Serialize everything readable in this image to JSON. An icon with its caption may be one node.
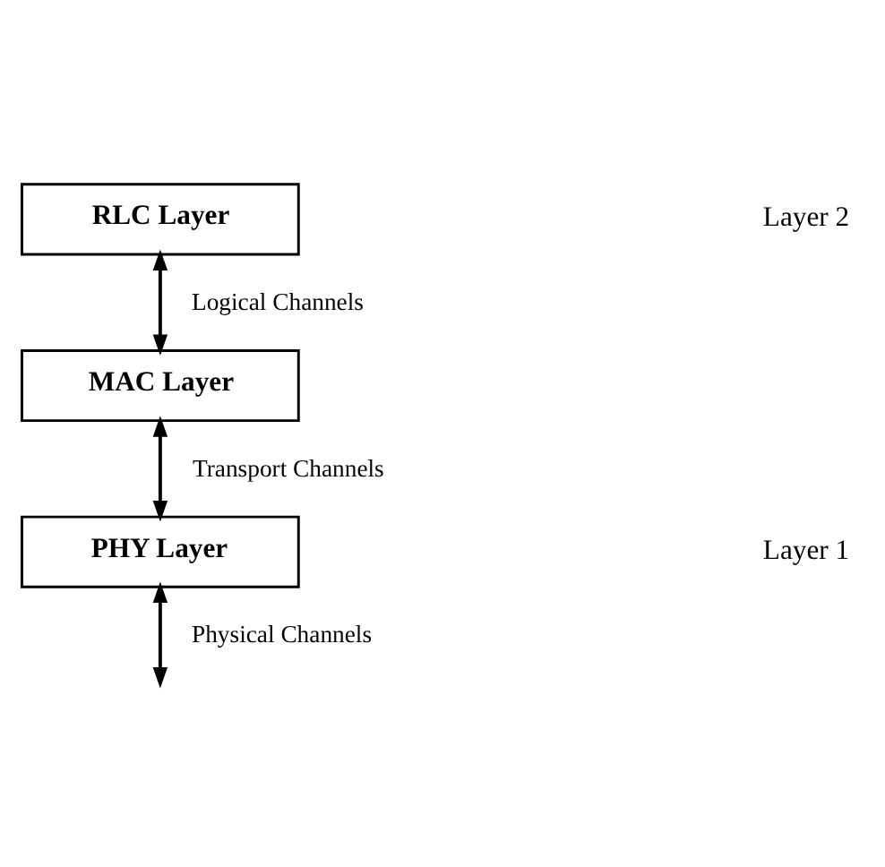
{
  "diagram": {
    "nodes": [
      {
        "text": [
          "RLC Layer"
        ]
      },
      {
        "text": [
          "MAC Layer"
        ]
      },
      {
        "text": [
          "PHY Layer"
        ]
      }
    ],
    "edges": [
      {
        "from": 0,
        "to": 1,
        "arrow": "both",
        "label": "Logical Channels"
      },
      {
        "from": 1,
        "to": 2,
        "arrow": "both",
        "label": "Transport Channels"
      },
      {
        "from": 2,
        "to": null,
        "arrow": "both",
        "label": "Physical Channels"
      }
    ],
    "labels": [
      "Layer 2",
      "Layer 1"
    ]
  }
}
